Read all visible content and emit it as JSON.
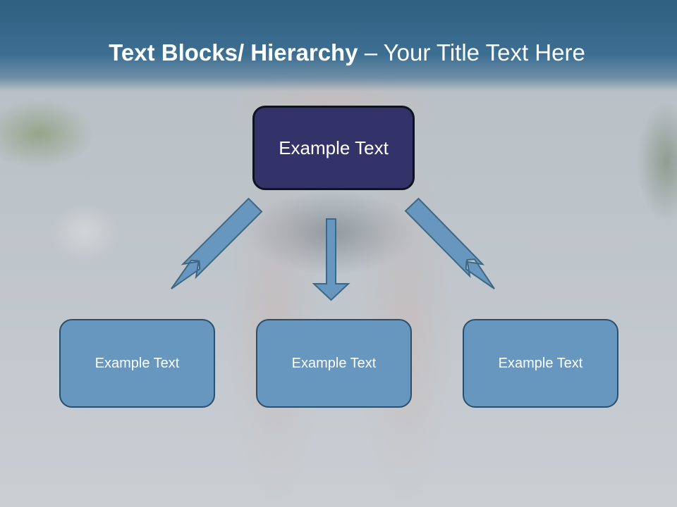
{
  "slide": {
    "title_bold": "Text Blocks/ Hierarchy",
    "title_dash": " – ",
    "title_rest": "Your Title Text Here"
  },
  "diagram": {
    "top_box": "Example Text",
    "children": [
      "Example Text",
      "Example Text",
      "Example Text"
    ]
  },
  "colors": {
    "header": "#3d6f92",
    "top_box_fill": "#33336a",
    "child_box_fill": "#6796be",
    "arrow_fill": "#6796be",
    "arrow_stroke": "#3e6784"
  }
}
